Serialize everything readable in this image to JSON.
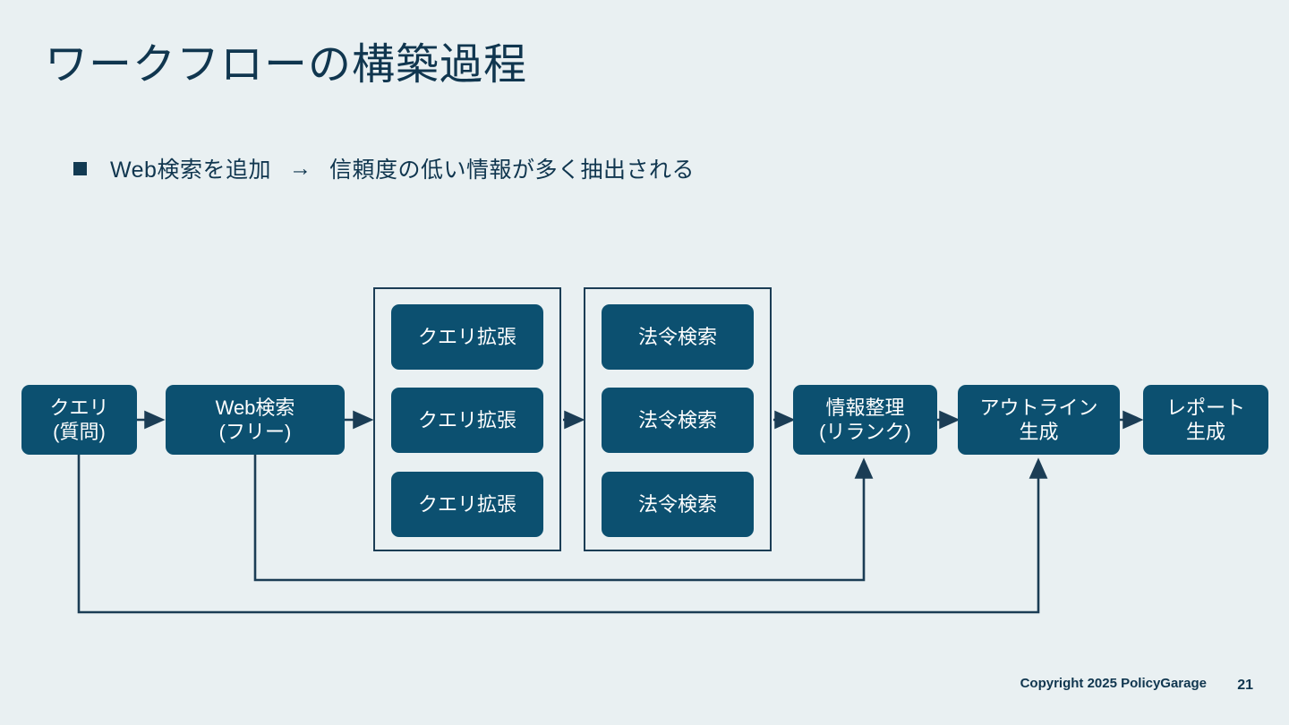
{
  "slide": {
    "title": "ワークフローの構築過程",
    "background_color": "#e9f0f2",
    "title_color": "#10364f",
    "node_color": "#0c5070",
    "connector_color": "#1b3d55"
  },
  "bullet": {
    "marker": "square-bullet",
    "before": "Web検索を追加",
    "arrow": "→",
    "after": "信頼度の低い情報が多く抽出される"
  },
  "diagram": {
    "nodes": {
      "query": {
        "line1": "クエリ",
        "line2": "(質問)"
      },
      "web_search": {
        "line1": "Web検索",
        "line2": "(フリー)"
      },
      "rerank": {
        "line1": "情報整理",
        "line2": "(リランク)"
      },
      "outline": {
        "line1": "アウトライン",
        "line2": "生成"
      },
      "report": {
        "line1": "レポート",
        "line2": "生成"
      }
    },
    "group_query_expansion": {
      "items": [
        {
          "label": "クエリ拡張"
        },
        {
          "label": "クエリ拡張"
        },
        {
          "label": "クエリ拡張"
        }
      ]
    },
    "group_law_search": {
      "items": [
        {
          "label": "法令検索"
        },
        {
          "label": "法令検索"
        },
        {
          "label": "法令検索"
        }
      ]
    }
  },
  "footer": {
    "copyright": "Copyright 2025 PolicyGarage",
    "page_number": "21"
  }
}
